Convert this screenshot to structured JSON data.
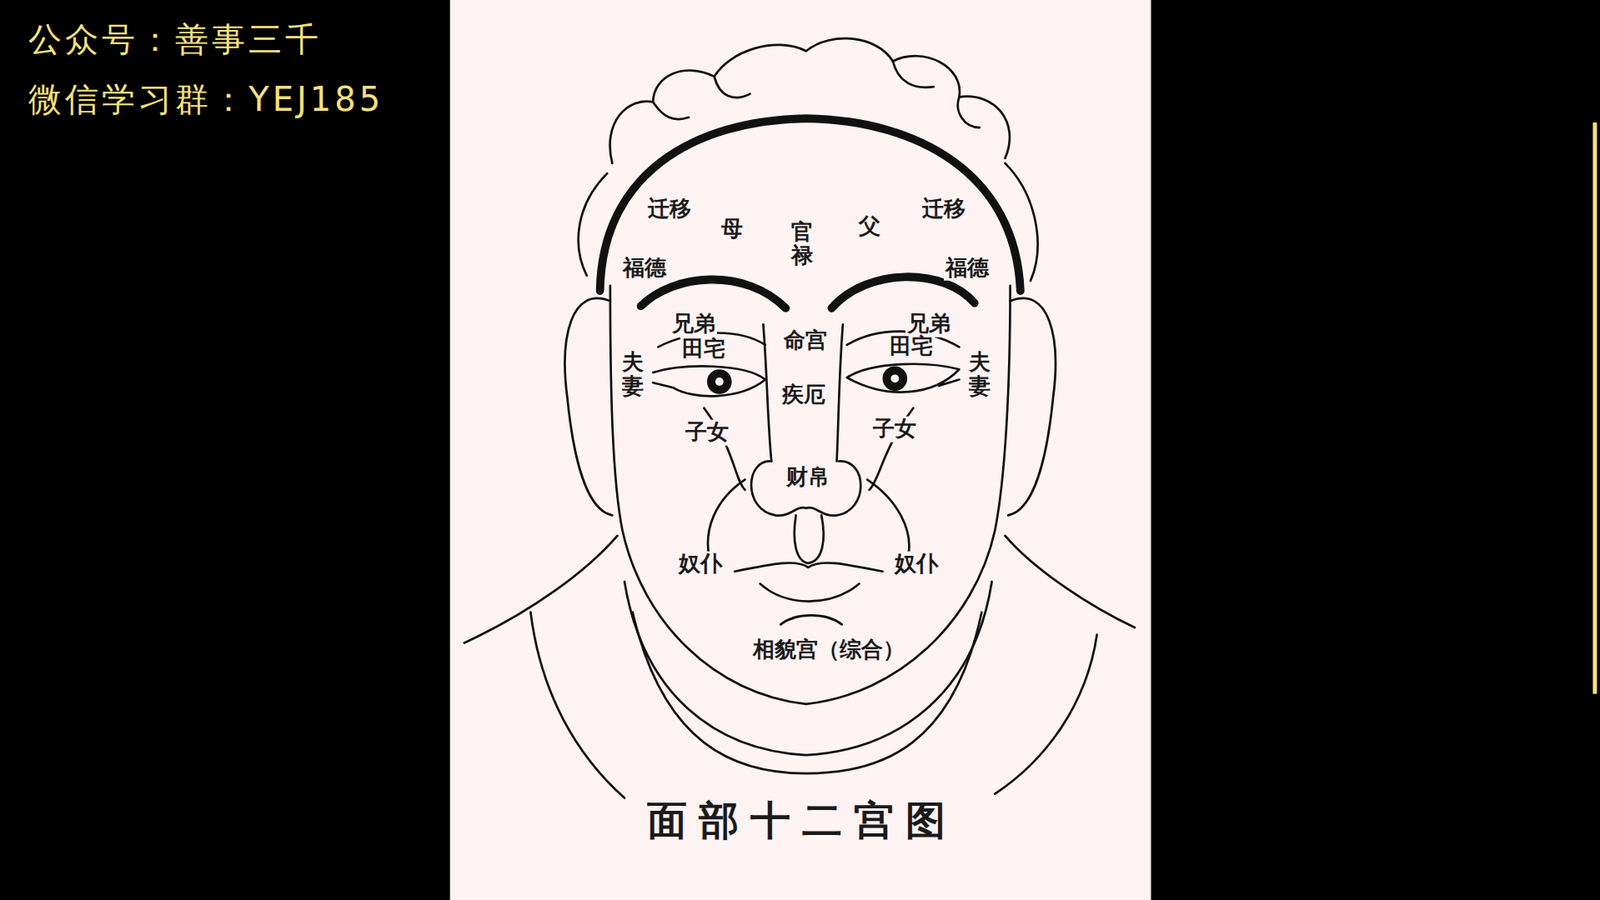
{
  "diagram": {
    "caption": "面部十二宫图",
    "labels": [
      "公众号：善事三千",
      "微信学习群：YEJ185",
      "迁移",
      "母",
      "官禄",
      "父",
      "迁移",
      "福德",
      "福德",
      "兄弟",
      "兄弟",
      "田宅",
      "命宫",
      "田宅",
      "夫妻",
      "夫妻",
      "疾厄",
      "子女",
      "子女",
      "财帛",
      "奴仆",
      "奴仆",
      "相貌宫（综合）"
    ]
  }
}
